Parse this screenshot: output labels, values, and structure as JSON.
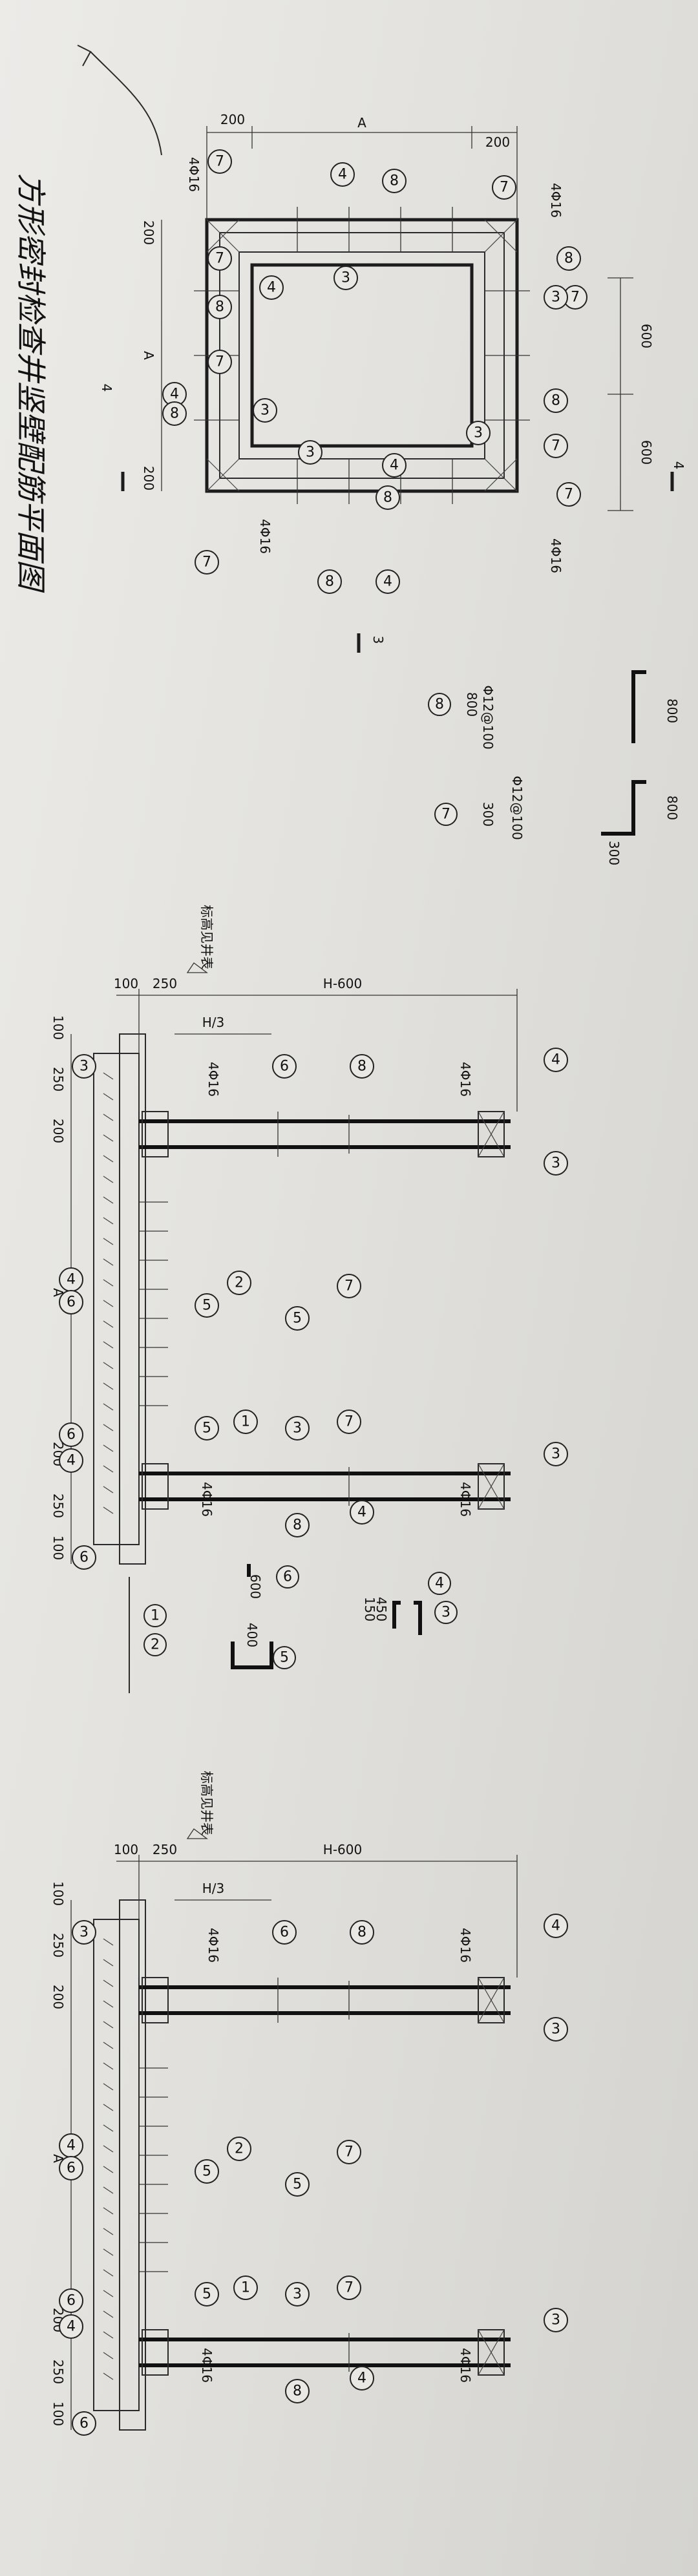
{
  "title": "方形密封检查井竖壁配筋平面图",
  "plan": {
    "dims": {
      "corner": "200",
      "width": "A",
      "seg": "600",
      "left_mid": "A"
    },
    "rebar_corner": "4Φ16",
    "section_marks": [
      "4",
      "4",
      "3"
    ],
    "callouts": [
      "7",
      "4",
      "8",
      "7",
      "3",
      "7",
      "4",
      "8",
      "7",
      "8",
      "7",
      "4",
      "3",
      "3",
      "8",
      "8",
      "7",
      "7",
      "3",
      "4",
      "8",
      "7",
      "8",
      "4",
      "3"
    ]
  },
  "bar_details": {
    "b7": {
      "len": "800",
      "spec": "Φ12@100",
      "leg": "300",
      "num": "7"
    },
    "b8": {
      "len": "800",
      "spec": "Φ12@100",
      "num": "8"
    },
    "b4": {
      "a": "450",
      "b": "150",
      "num": "4",
      "num2": "3"
    },
    "b6": {
      "a": "600",
      "num": "6"
    },
    "b5": {
      "a": "400",
      "num": "5"
    },
    "b12": {
      "num1": "1",
      "num2": "2"
    }
  },
  "section1": {
    "grade_label": "标高见井表",
    "dims_top": [
      "100",
      "250"
    ],
    "height": "H-600",
    "h3": "H/3",
    "base_dims": [
      "100",
      "250",
      "200",
      "A",
      "200",
      "250",
      "100"
    ],
    "rebar": "4Φ16",
    "callouts": [
      "3",
      "6",
      "8",
      "4",
      "4",
      "6",
      "2",
      "5",
      "7",
      "5",
      "3",
      "6",
      "4",
      "1",
      "5",
      "7",
      "3",
      "3",
      "6",
      "8",
      "4"
    ]
  },
  "section2": {
    "grade_label": "标高见井表",
    "dims_top": [
      "100",
      "250"
    ],
    "height": "H-600",
    "h3": "H/3",
    "base_dims": [
      "100",
      "250",
      "200",
      "A",
      "200",
      "250",
      "100"
    ],
    "rebar": "4Φ16",
    "callouts": [
      "3",
      "6",
      "8",
      "4",
      "4",
      "6",
      "2",
      "5",
      "7",
      "5",
      "3",
      "6",
      "4",
      "1",
      "5",
      "7",
      "3",
      "3",
      "6",
      "8",
      "4"
    ]
  }
}
